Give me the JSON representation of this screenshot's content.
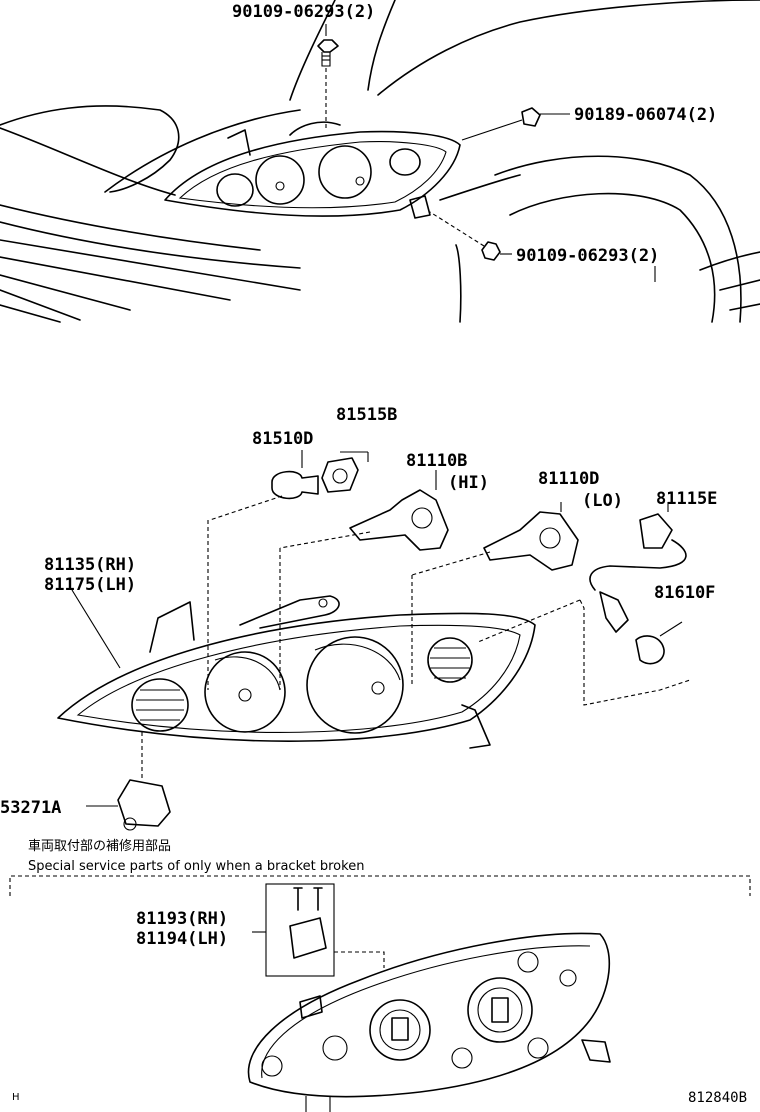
{
  "labels": {
    "bolt_top": "90109-06293(2)",
    "clip": "90189-06074(2)",
    "bolt_side": "90109-06293(2)",
    "socket_small": "81515B",
    "bulb_small": "81510D",
    "bulb_hi": "81110B",
    "hi_tag": "(HI)",
    "bulb_lo": "81110D",
    "lo_tag": "(LO)",
    "wire": "81115E",
    "lamp_rh": "81135(RH)",
    "lamp_lh": "81175(LH)",
    "side_socket": "81610F",
    "bracket_part": "53271A",
    "bracket_rh": "81193(RH)",
    "bracket_lh": "81194(LH)"
  },
  "notes": {
    "service_jp": "車両取付部の補修用部品",
    "service_en": "Special service parts of only when a bracket broken"
  },
  "footer": {
    "left_mark": "H",
    "drawing_number": "812840B"
  }
}
